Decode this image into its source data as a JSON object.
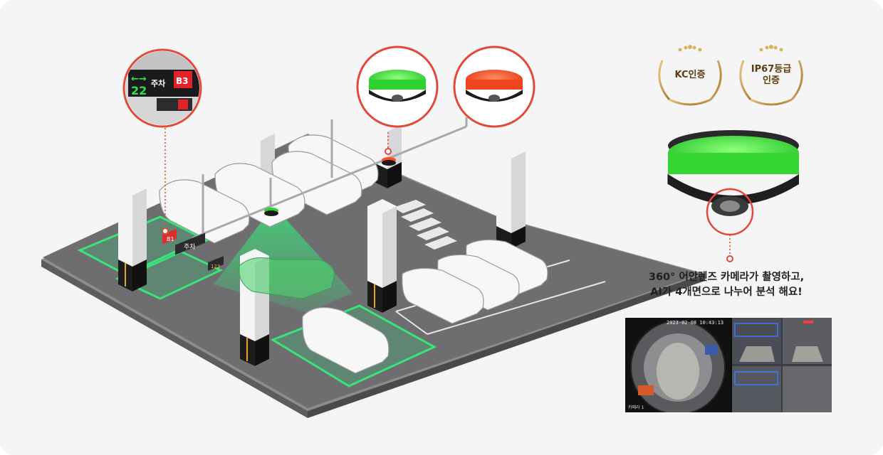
{
  "badges": [
    {
      "lines": [
        "KC인증"
      ]
    },
    {
      "lines": [
        "IP67등급",
        "인증"
      ]
    }
  ],
  "caption": {
    "line1": "360° 어안렌즈 카메라가 촬영하고,",
    "line2": "AI가 4개면으로 나누어 분석 해요!"
  },
  "feed": {
    "timestamp": "2023-02-08 10:43:13",
    "camera_label": "카메라 1"
  },
  "sign": {
    "number": "22",
    "arrows": "←→",
    "word": "주차",
    "floor": "B3"
  },
  "small_sign": {
    "floor": "B1",
    "word": "주차",
    "count": "123"
  },
  "colors": {
    "accent_red": "#e04a3c",
    "led_green": "#3ddc3a",
    "led_red": "#ff4a22",
    "zone_green": "#3be37a",
    "floor": "#6b6b6d",
    "gold": "#c9a055"
  }
}
